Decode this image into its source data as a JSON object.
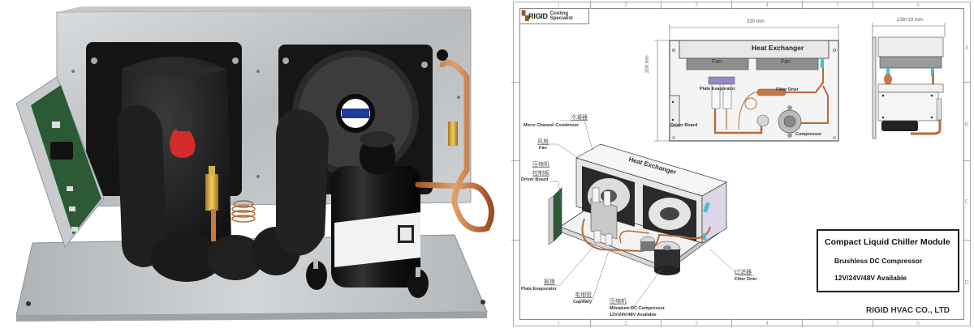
{
  "photo": {
    "description": "Compact liquid chiller module photograph",
    "fan_label_text": ""
  },
  "drawing": {
    "zones_top": [
      "1",
      "2",
      "3",
      "4",
      "5",
      "6"
    ],
    "zones_bottom": [
      "1",
      "2",
      "3",
      "4",
      "5",
      "6"
    ],
    "zones_right": [
      "A",
      "B",
      "C",
      "D"
    ],
    "logo": {
      "brand": "RIGID",
      "tagline": "Cooling Specialist"
    },
    "front_view": {
      "width_dim": "330 mm",
      "height_dim": "200 mm",
      "heat_exchanger": "Heat Exchanger",
      "fan_left": "Fan",
      "fan_right": "Fan",
      "plate_evaporator": "Plate Evaporator",
      "filter_drier": "Filter Drier",
      "driver_board": "Driver Board",
      "compressor": "Compressor"
    },
    "side_view": {
      "width_dim": "138+10 mm"
    },
    "iso_view": {
      "heat_exchanger": "Heat Exchanger",
      "condenser_cn": "冷凝器",
      "condenser_en": "Micro Channel Condenser",
      "fan_cn": "风扇",
      "fan_en": "Fan",
      "driver_cn_1": "压缩机",
      "driver_cn_2": "控制板",
      "driver_en": "Driver Board",
      "plate_cn": "板换",
      "plate_en": "Plate Evaporator",
      "capillary_cn": "毛细管",
      "capillary_en": "Capillary",
      "compressor_cn": "压缩机",
      "compressor_en_1": "Miniature DC Compressor",
      "compressor_en_2": "12V/24V/48V Available",
      "filter_cn": "过滤器",
      "filter_en": "Filter Drier"
    },
    "title_block": {
      "title": "Compact Liquid Chiller Module",
      "line1": "Brushless DC Compressor",
      "line2": "12V/24V/48V Available"
    },
    "company": "RIGID HVAC CO., LTD"
  }
}
